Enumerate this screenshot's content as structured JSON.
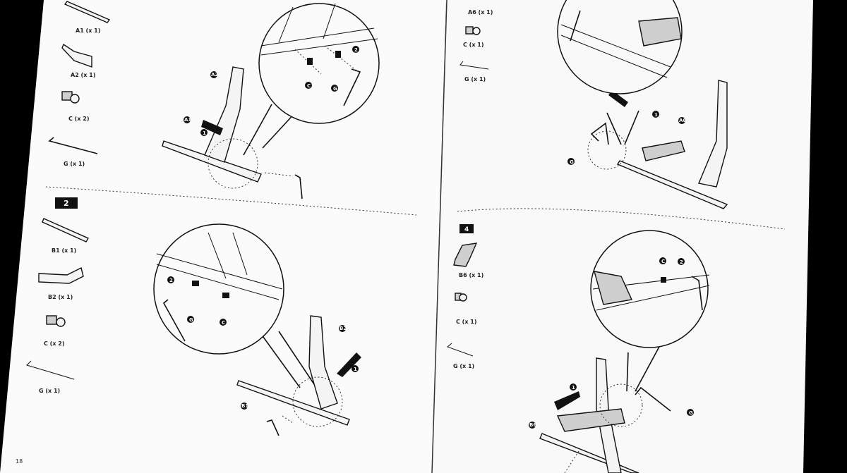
{
  "left_page": {
    "page_number": "18",
    "step1": {
      "parts": [
        {
          "label": "A1 (x 1)"
        },
        {
          "label": "A2 (x 1)"
        },
        {
          "label": "C (x 2)"
        },
        {
          "label": "G (x 1)"
        }
      ],
      "callouts": [
        "A2",
        "A1",
        "1",
        "2",
        "C",
        "G"
      ]
    },
    "step2": {
      "number": "2",
      "parts": [
        {
          "label": "B1 (x 1)"
        },
        {
          "label": "B2 (x 1)"
        },
        {
          "label": "C (x 2)"
        },
        {
          "label": "G (x 1)"
        }
      ],
      "callouts": [
        "B2",
        "B1",
        "1",
        "2",
        "C",
        "G"
      ]
    }
  },
  "right_page": {
    "step3": {
      "parts": [
        {
          "label": "A6 (x 1)"
        },
        {
          "label": "C (x 1)"
        },
        {
          "label": "G (x 1)"
        }
      ],
      "callouts": [
        "A6",
        "1",
        "G"
      ]
    },
    "step4": {
      "number": "4",
      "parts": [
        {
          "label": "B6 (x 1)"
        },
        {
          "label": "C (x 1)"
        },
        {
          "label": "G (x 1)"
        }
      ],
      "callouts": [
        "B6",
        "1",
        "2",
        "C",
        "G"
      ]
    }
  }
}
